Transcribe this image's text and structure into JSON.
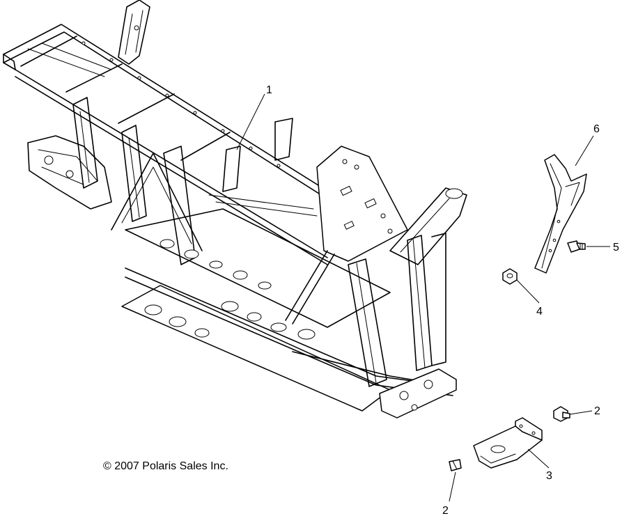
{
  "copyright": "© 2007 Polaris Sales Inc.",
  "callouts": [
    {
      "label": "1",
      "part": "frame"
    },
    {
      "label": "2",
      "part": "fastener-upper"
    },
    {
      "label": "2",
      "part": "fastener-lower"
    },
    {
      "label": "3",
      "part": "bracket"
    },
    {
      "label": "4",
      "part": "nut"
    },
    {
      "label": "5",
      "part": "bolt"
    },
    {
      "label": "6",
      "part": "rear-brace"
    }
  ]
}
